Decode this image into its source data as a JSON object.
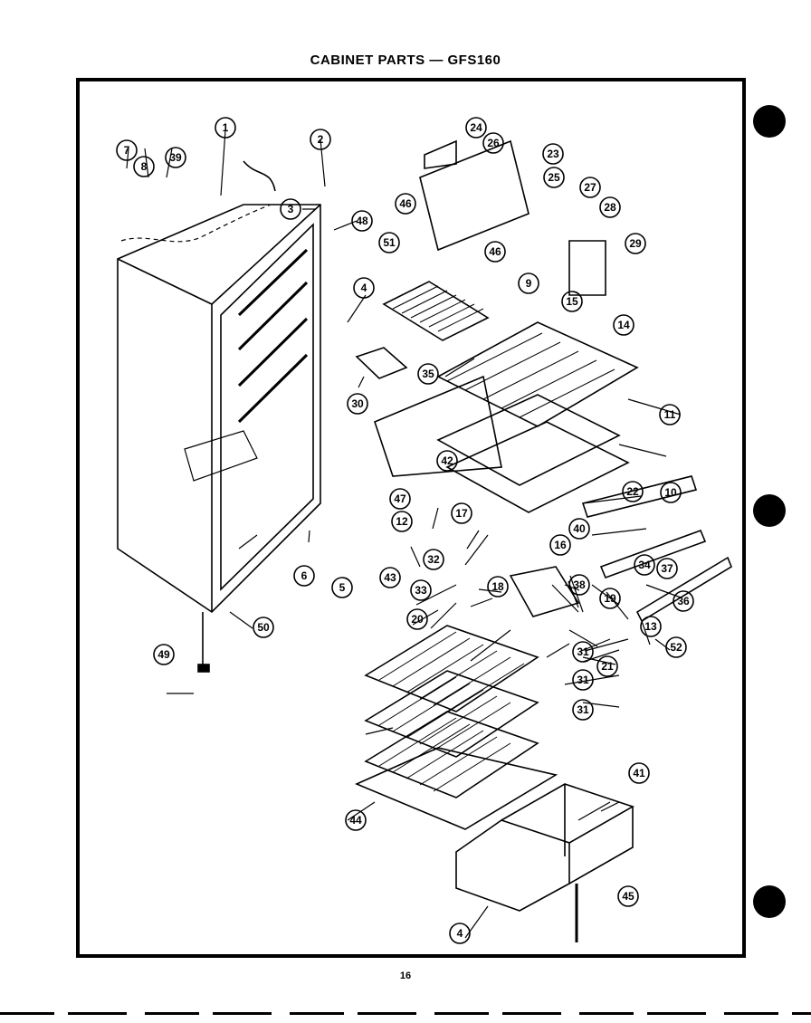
{
  "title": "CABINET PARTS — GFS160",
  "page_number": "16",
  "callouts": [
    "1",
    "2",
    "3",
    "4",
    "5",
    "6",
    "7",
    "8",
    "9",
    "10",
    "11",
    "12",
    "13",
    "14",
    "15",
    "16",
    "17",
    "18",
    "19",
    "20",
    "21",
    "22",
    "23",
    "24",
    "25",
    "26",
    "27",
    "28",
    "29",
    "30",
    "31",
    "31",
    "31",
    "32",
    "33",
    "34",
    "35",
    "36",
    "37",
    "38",
    "39",
    "40",
    "41",
    "4",
    "42",
    "43",
    "44",
    "45",
    "46",
    "46",
    "47",
    "48",
    "49",
    "50",
    "51",
    "52"
  ]
}
